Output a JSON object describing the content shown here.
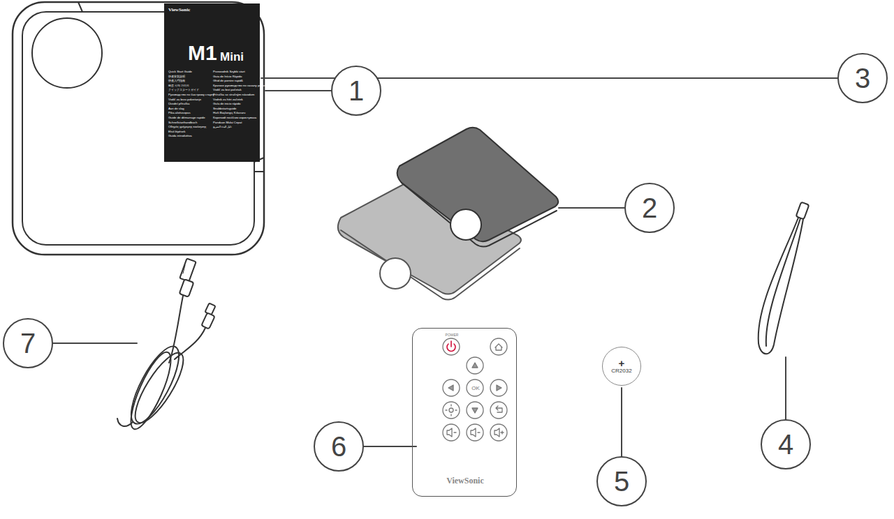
{
  "diagram": {
    "nodes": [
      {
        "text": [
          "1"
        ]
      },
      {
        "text": [
          "ViewSonic",
          "M1",
          "Mini",
          "Quick Start Guide",
          "快速安裝說明",
          "快速入門指南",
          "빠른 시작 가이드",
          "クイックスタートガイド",
          "Руководство по быстрому старту",
          "Vodič za brzo pokretanje",
          "Úvodní příručka",
          "Aan de slag",
          "Pika-aloitusopas",
          "Guide de démarrage rapide",
          "Schnellstarthandbuch",
          "Οδηγός γρήγορης εκκίνησης",
          "Első lépések",
          "Guida introduttiva",
          "Przewodnik Szybki start",
          "Guia de Início Rápido",
          "Ghid de pornire rapidă",
          "Краткое руководство по началу работы",
          "Vodič za brzi početak",
          "Príručka so stručným návodom",
          "Vodnik za hitri začetek",
          "Guía de inicio rápido",
          "Snabbstartsguide",
          "Hızlı Başlangıç Kılavuzu",
          "Короткий посібник користувача",
          "Panduan Mulai Cepat",
          "دليل البدء السريع"
        ]
      },
      {
        "text": [
          "3"
        ]
      },
      {
        "text": [
          "2"
        ]
      },
      {
        "text": [
          "7"
        ]
      },
      {
        "text": [
          "4"
        ]
      },
      {
        "text": [
          "POWER",
          "OK",
          "ViewSonic"
        ]
      },
      {
        "text": [
          "6"
        ]
      },
      {
        "text": [
          "+",
          "CR2032"
        ]
      },
      {
        "text": [
          "5"
        ]
      }
    ]
  }
}
